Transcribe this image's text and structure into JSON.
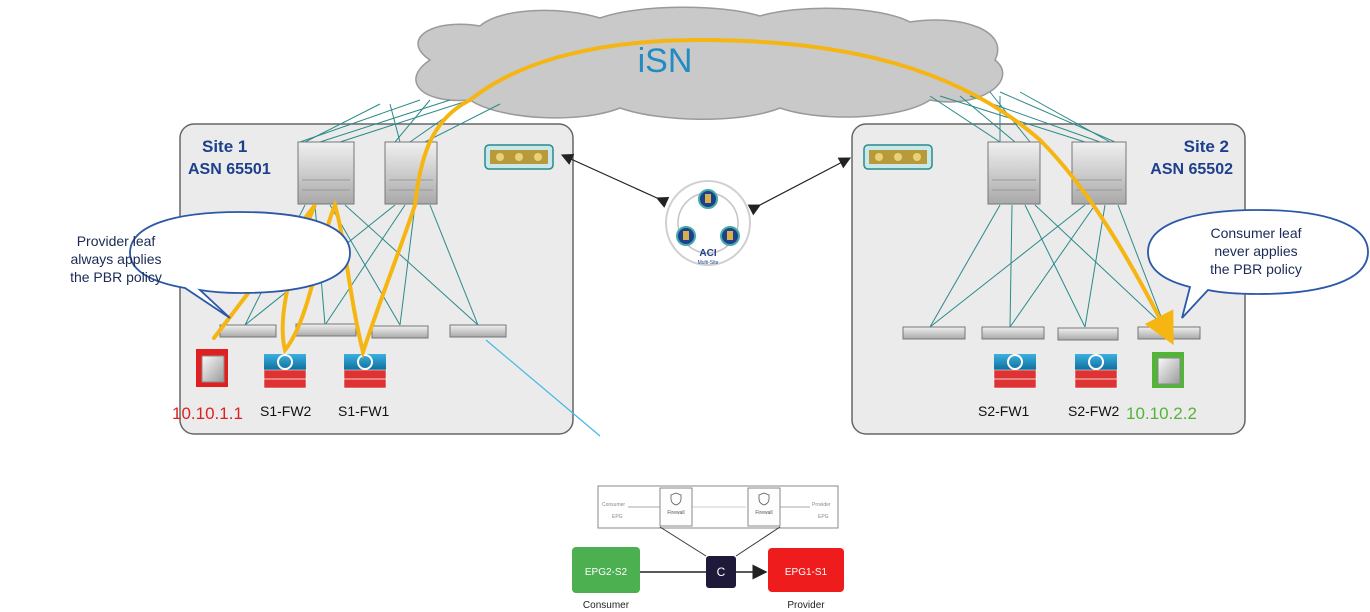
{
  "cloud": {
    "label": "iSN"
  },
  "site1": {
    "name": "Site 1",
    "asn": "ASN 65501"
  },
  "site2": {
    "name": "Site 2",
    "asn": "ASN 65502"
  },
  "callout_left": {
    "lines": [
      "Provider leaf",
      "always applies",
      "the PBR policy"
    ]
  },
  "callout_right": {
    "lines": [
      "Consumer leaf",
      "never applies",
      "the PBR policy"
    ]
  },
  "orchestrator": {
    "logo_text": "ACI",
    "logo_sub": "Multi-Site"
  },
  "site1_endpoints": {
    "ip": "10.10.1.1",
    "fw_a": "S1-FW2",
    "fw_b": "S1-FW1"
  },
  "site2_endpoints": {
    "fw_a": "S2-FW1",
    "fw_b": "S2-FW2",
    "ip": "10.10.2.2"
  },
  "service_graph": {
    "consumer_epg_label": [
      "Consumer",
      "EPG"
    ],
    "provider_epg_label": [
      "Provider",
      "EPG"
    ],
    "node1": "Firewall",
    "node2": "Firewall"
  },
  "contract": {
    "consumer_epg": "EPG2-S2",
    "contract_label": "C",
    "provider_epg": "EPG1-S1",
    "consumer_caption": "Consumer",
    "provider_caption": "Provider"
  },
  "colors": {
    "traffic_path": "#f5b512",
    "provider_ip": "#e02020",
    "consumer_ip": "#52b53a",
    "site_label": "#1d3f8c",
    "isn_label": "#1f8cc4",
    "link": "#2b8a8a",
    "consumer_epg": "#4caf50",
    "provider_epg": "#ee1c1c",
    "contract": "#1f1a3a"
  }
}
